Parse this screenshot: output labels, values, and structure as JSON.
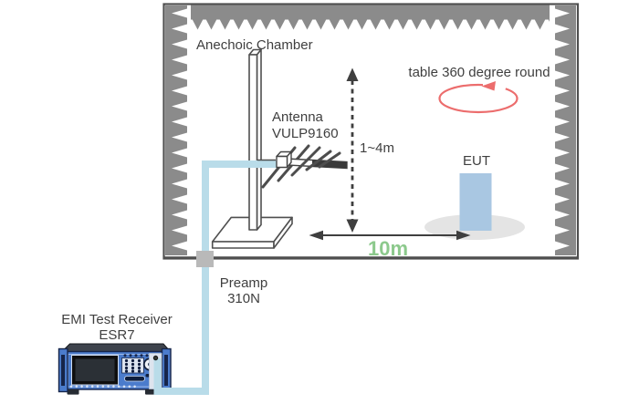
{
  "labels": {
    "anechoic_chamber": "Anechoic Chamber",
    "antenna_line1": "Antenna",
    "antenna_line2": "VULP9160",
    "height": "1~4m",
    "distance": "10m",
    "table_rotation": "table 360 degree round",
    "eut": "EUT",
    "preamp_line1": "Preamp",
    "preamp_line2": "310N",
    "receiver_line1": "EMI Test Receiver",
    "receiver_line2": "ESR7"
  },
  "colors": {
    "absorber": "#8b8b8b",
    "outline": "#4f4f4f",
    "text": "#3f3f3f",
    "cable": "#b9dce9",
    "preamp": "#b9b9b9",
    "eut": "#a9c7e2",
    "turntable": "#e4e4e4",
    "rotation_arrow": "#ec6d6d",
    "distance_text": "#8cc98c",
    "receiver_blue": "#4b7ccc",
    "receiver_dark": "#16254a"
  }
}
